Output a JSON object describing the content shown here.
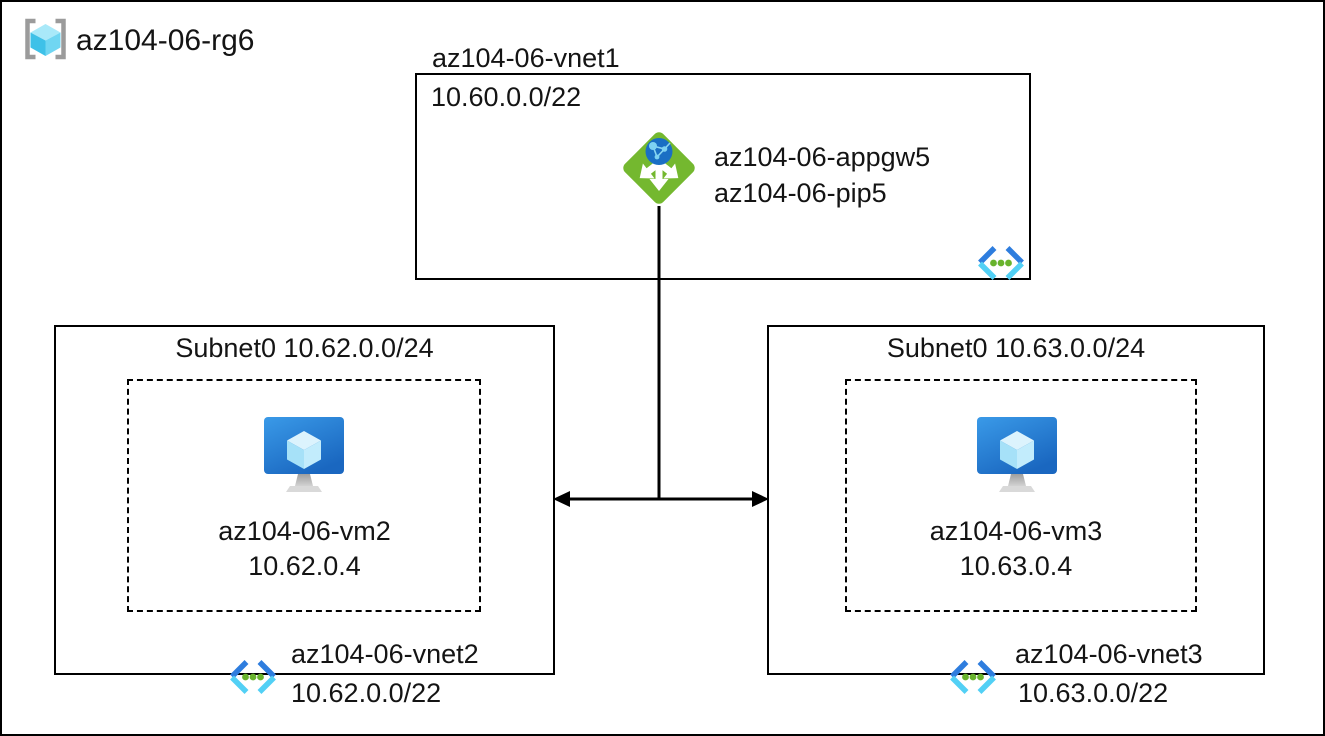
{
  "resource_group": {
    "name": "az104-06-rg6"
  },
  "vnet1": {
    "title": "az104-06-vnet1",
    "cidr": "10.60.0.0/22",
    "appgw_name": "az104-06-appgw5",
    "pip_name": "az104-06-pip5"
  },
  "left": {
    "subnet_label": "Subnet0 10.62.0.0/24",
    "vm_name": "az104-06-vm2",
    "vm_ip": "10.62.0.4",
    "vnet_name": "az104-06-vnet2",
    "vnet_cidr": "10.62.0.0/22"
  },
  "right": {
    "subnet_label": "Subnet0 10.63.0.0/24",
    "vm_name": "az104-06-vm3",
    "vm_ip": "10.63.0.4",
    "vnet_name": "az104-06-vnet3",
    "vnet_cidr": "10.63.0.0/22"
  },
  "icons": {
    "resource_group": "resource-group-icon",
    "application_gateway": "application-gateway-icon",
    "virtual_network": "virtual-network-icon",
    "virtual_machine": "virtual-machine-icon"
  },
  "colors": {
    "appgw_green": "#74b82f",
    "globe_blue": "#1a6fc4",
    "vnet_dark_blue": "#2e7dde",
    "vnet_cyan": "#52d0f5",
    "dot_green": "#68b32c",
    "vm_monitor_blue": "#1f78d1",
    "cube_cyan": "#3ec1e8",
    "bracket_gray": "#9b9b9b",
    "line_black": "#000000"
  }
}
